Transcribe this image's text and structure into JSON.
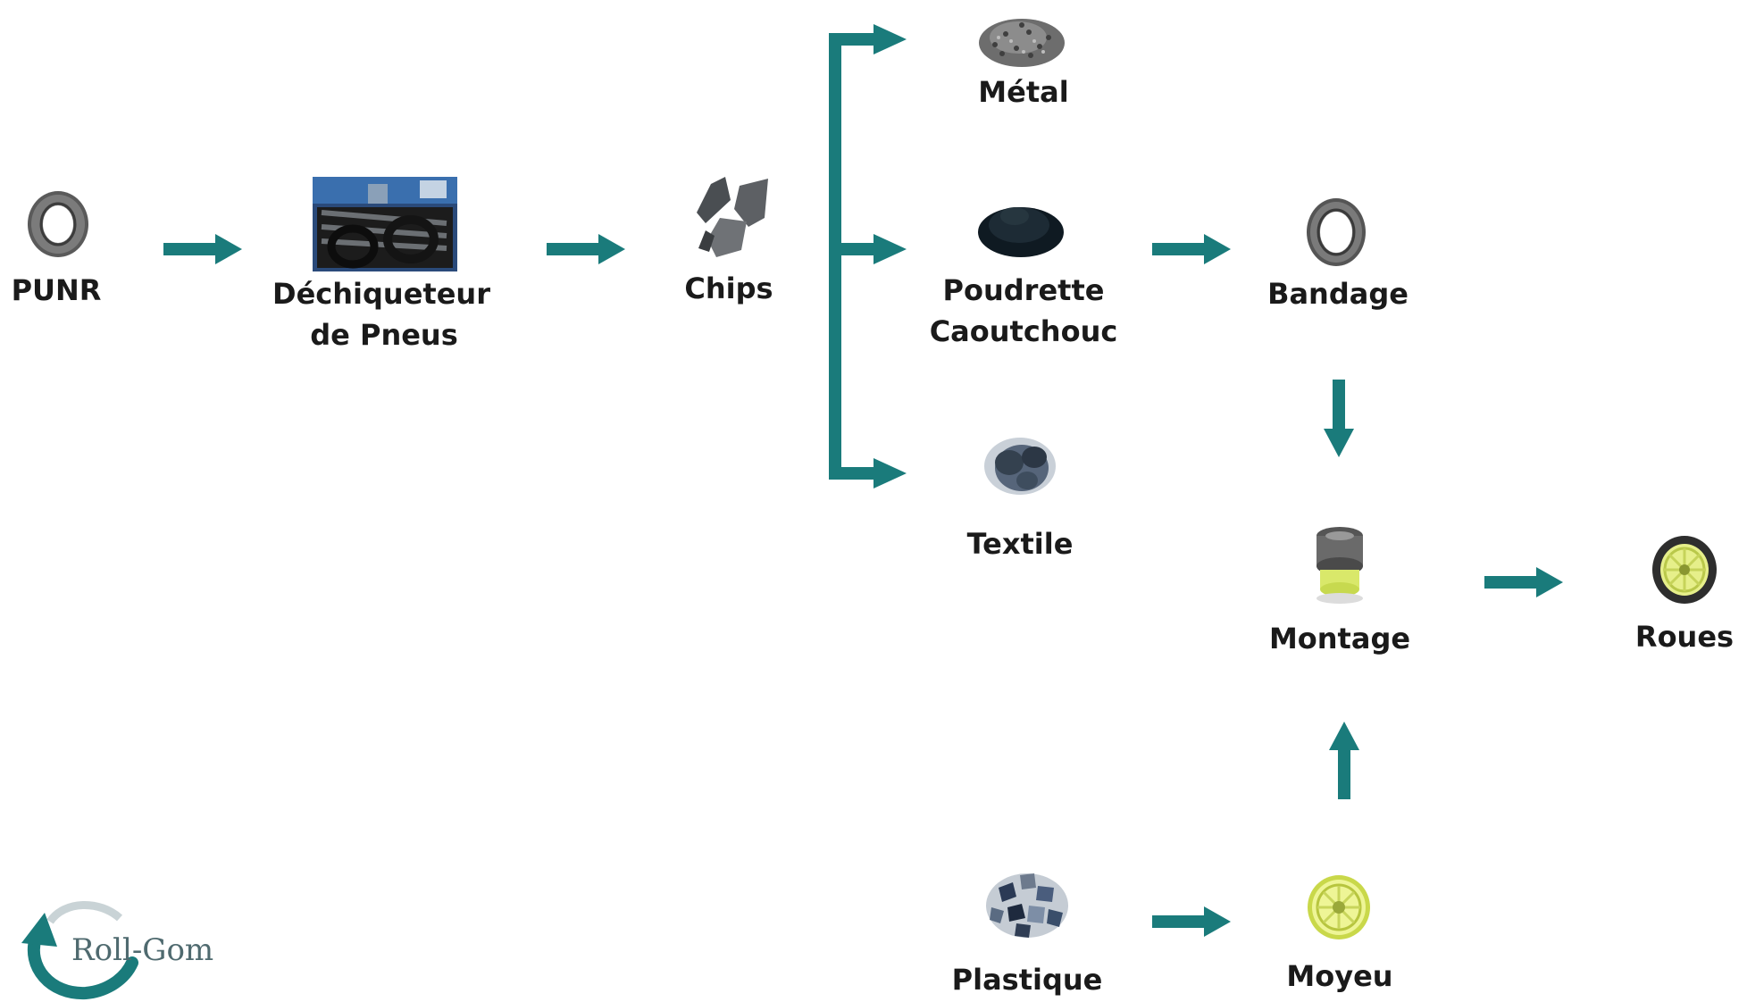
{
  "colors": {
    "arrow": "#1a7b7b",
    "text": "#1a1a1a",
    "logo_text": "#4f6a6f"
  },
  "nodes": {
    "punr": {
      "label": "PUNR",
      "icon": "tire-icon"
    },
    "shredder": {
      "label_line1": "Déchiqueteur",
      "label_line2": "de Pneus",
      "icon": "shredder-photo"
    },
    "chips": {
      "label": "Chips",
      "icon": "rubber-chips-icon"
    },
    "metal": {
      "label": "Métal",
      "icon": "metal-scrap-icon"
    },
    "powder": {
      "label_line1": "Poudrette",
      "label_line2": "Caoutchouc",
      "icon": "rubber-powder-icon"
    },
    "textile": {
      "label": "Textile",
      "icon": "textile-fiber-icon"
    },
    "bandage": {
      "label": "Bandage",
      "icon": "tire-band-icon"
    },
    "montage": {
      "label": "Montage",
      "icon": "wheel-assembly-icon"
    },
    "roues": {
      "label": "Roues",
      "icon": "wheel-icon"
    },
    "plastique": {
      "label": "Plastique",
      "icon": "plastic-flakes-icon"
    },
    "moyeu": {
      "label": "Moyeu",
      "icon": "hub-icon"
    }
  },
  "edges": [
    [
      "punr",
      "shredder"
    ],
    [
      "shredder",
      "chips"
    ],
    [
      "chips",
      "metal"
    ],
    [
      "chips",
      "powder"
    ],
    [
      "chips",
      "textile"
    ],
    [
      "powder",
      "bandage"
    ],
    [
      "bandage",
      "montage"
    ],
    [
      "plastique",
      "moyeu"
    ],
    [
      "moyeu",
      "montage"
    ],
    [
      "montage",
      "roues"
    ]
  ],
  "logo": {
    "text": "Roll-Gom",
    "icon": "recycle-arrow-icon"
  }
}
